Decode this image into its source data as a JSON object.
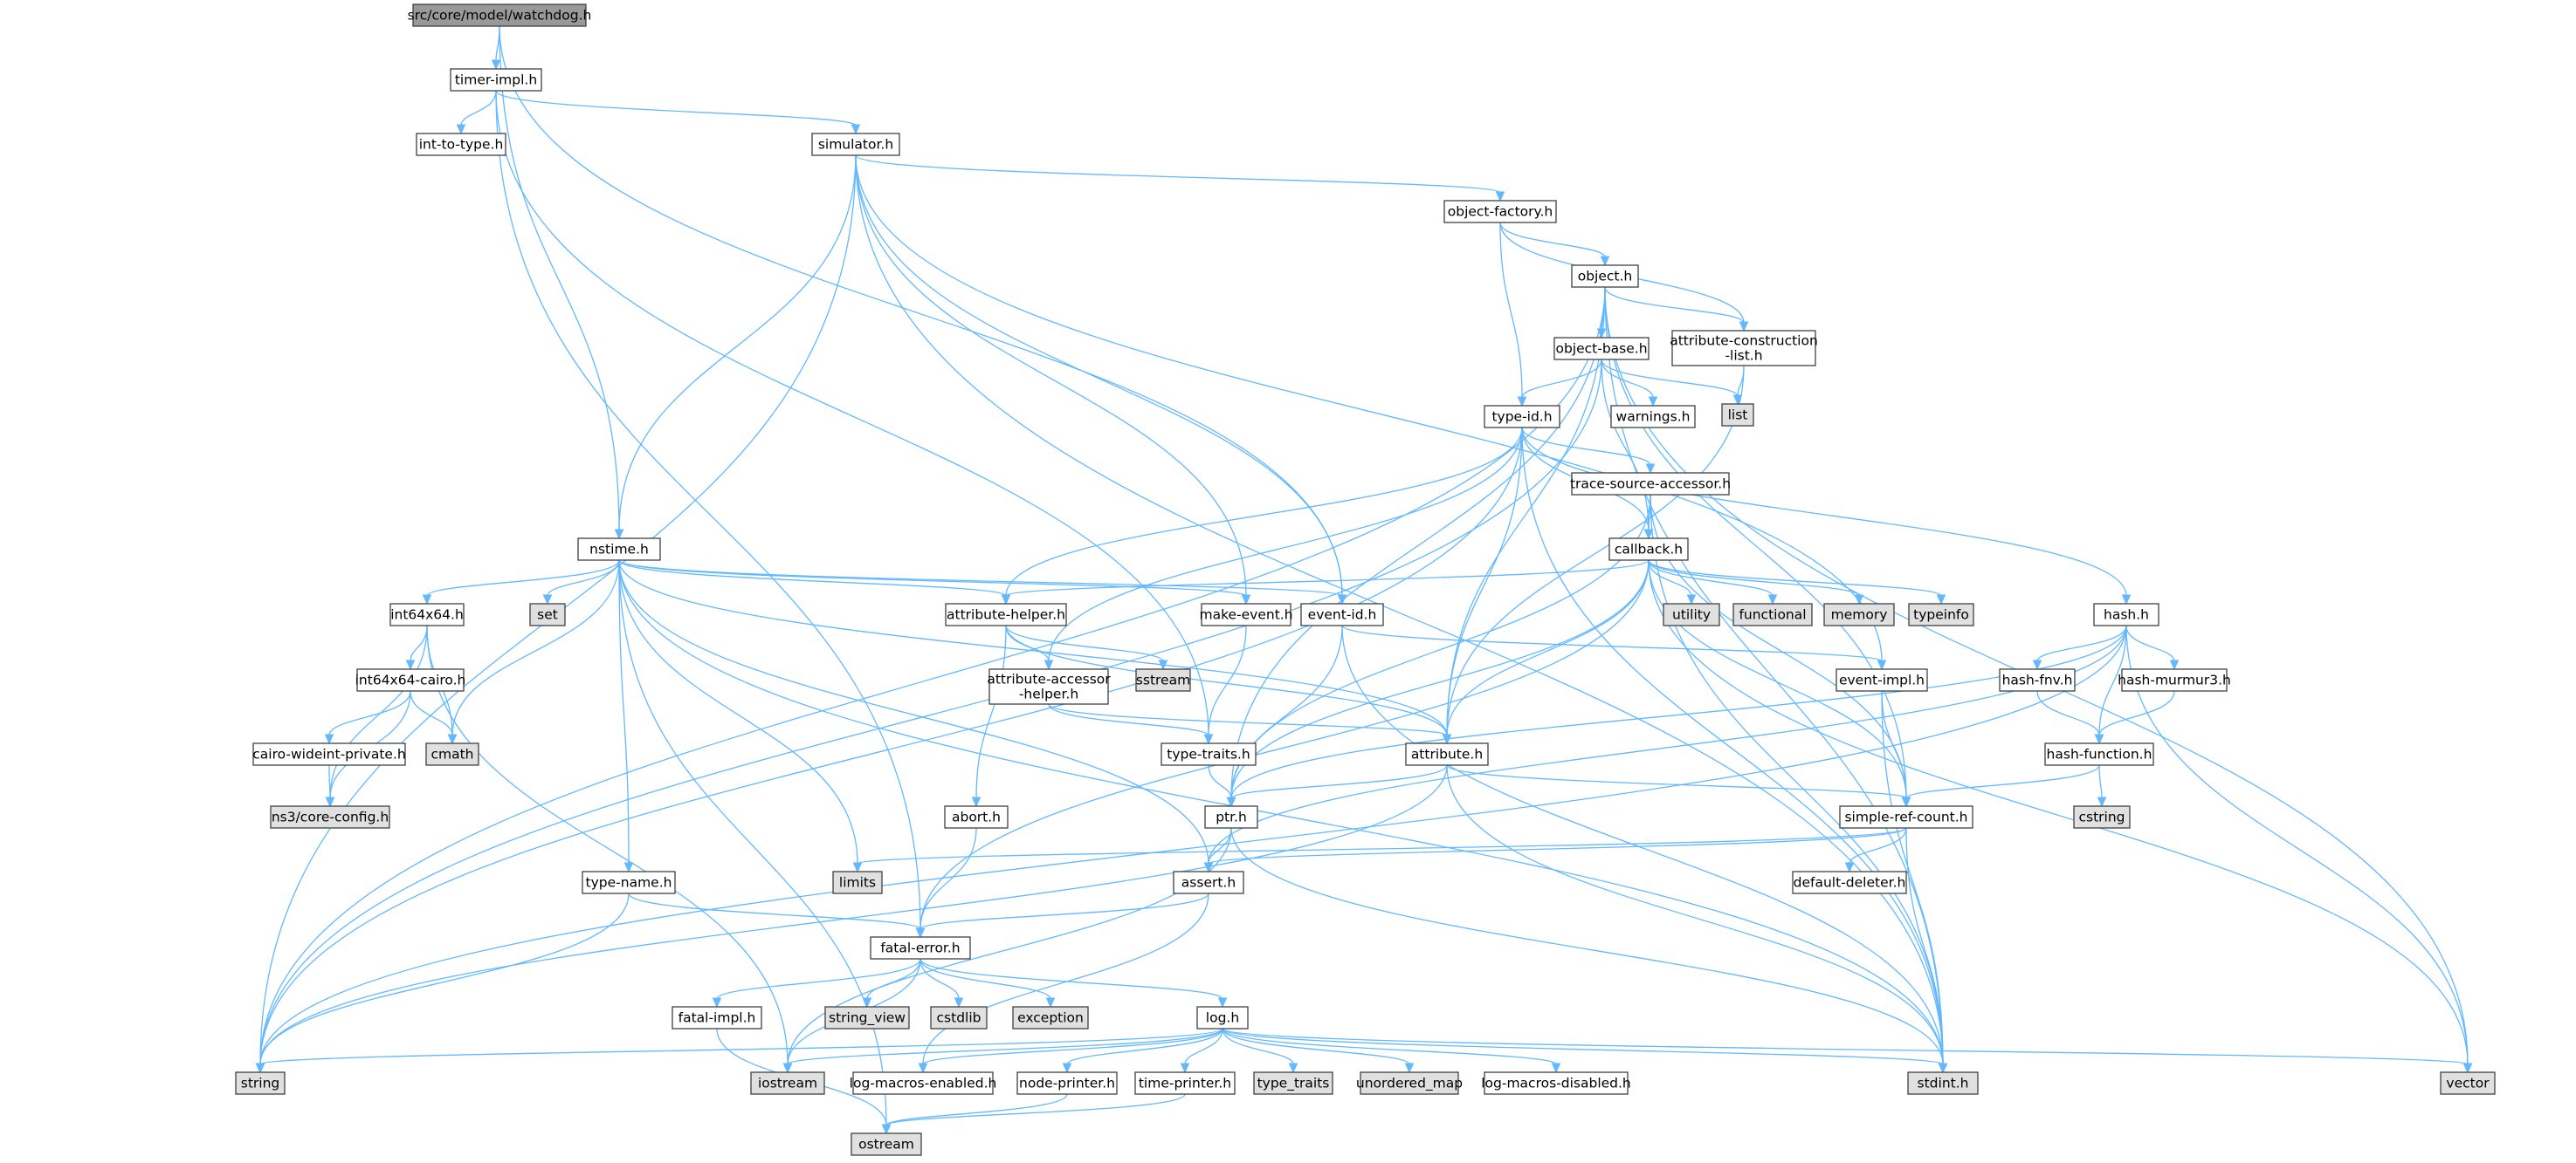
{
  "colors": {
    "edge": "#63b8ff",
    "node_fill_default": "#ffffff",
    "node_fill_system": "#e0e0e0",
    "node_fill_root": "#999999",
    "node_border": "#404040"
  },
  "nodes": [
    {
      "id": "watchdog",
      "lines": [
        "src/core/model/watchdog.h"
      ],
      "kind": "root"
    },
    {
      "id": "timer_impl",
      "lines": [
        "timer-impl.h"
      ],
      "kind": "file"
    },
    {
      "id": "int_to_type",
      "lines": [
        "int-to-type.h"
      ],
      "kind": "file"
    },
    {
      "id": "simulator",
      "lines": [
        "simulator.h"
      ],
      "kind": "file"
    },
    {
      "id": "object_factory",
      "lines": [
        "object-factory.h"
      ],
      "kind": "file"
    },
    {
      "id": "object",
      "lines": [
        "object.h"
      ],
      "kind": "file"
    },
    {
      "id": "object_base",
      "lines": [
        "object-base.h"
      ],
      "kind": "file"
    },
    {
      "id": "attr_constr",
      "lines": [
        "attribute-construction",
        "-list.h"
      ],
      "kind": "file"
    },
    {
      "id": "list",
      "lines": [
        "list"
      ],
      "kind": "system"
    },
    {
      "id": "warnings",
      "lines": [
        "warnings.h"
      ],
      "kind": "file"
    },
    {
      "id": "type_id",
      "lines": [
        "type-id.h"
      ],
      "kind": "file"
    },
    {
      "id": "trace_src",
      "lines": [
        "trace-source-accessor.h"
      ],
      "kind": "file"
    },
    {
      "id": "callback",
      "lines": [
        "callback.h"
      ],
      "kind": "file"
    },
    {
      "id": "nstime",
      "lines": [
        "nstime.h"
      ],
      "kind": "file"
    },
    {
      "id": "set",
      "lines": [
        "set"
      ],
      "kind": "system"
    },
    {
      "id": "int64x64",
      "lines": [
        "int64x64.h"
      ],
      "kind": "file"
    },
    {
      "id": "int64x64_cairo",
      "lines": [
        "int64x64-cairo.h"
      ],
      "kind": "file"
    },
    {
      "id": "cmath",
      "lines": [
        "cmath"
      ],
      "kind": "system"
    },
    {
      "id": "cairo_wideint",
      "lines": [
        "cairo-wideint-private.h"
      ],
      "kind": "file"
    },
    {
      "id": "core_config",
      "lines": [
        "ns3/core-config.h"
      ],
      "kind": "system"
    },
    {
      "id": "attr_helper",
      "lines": [
        "attribute-helper.h"
      ],
      "kind": "file"
    },
    {
      "id": "sstream",
      "lines": [
        "sstream"
      ],
      "kind": "system"
    },
    {
      "id": "attr_accessor",
      "lines": [
        "attribute-accessor",
        "-helper.h"
      ],
      "kind": "file"
    },
    {
      "id": "make_event",
      "lines": [
        "make-event.h"
      ],
      "kind": "file"
    },
    {
      "id": "event_id",
      "lines": [
        "event-id.h"
      ],
      "kind": "file"
    },
    {
      "id": "utility",
      "lines": [
        "utility"
      ],
      "kind": "system"
    },
    {
      "id": "functional",
      "lines": [
        "functional"
      ],
      "kind": "system"
    },
    {
      "id": "memory",
      "lines": [
        "memory"
      ],
      "kind": "system"
    },
    {
      "id": "typeinfo",
      "lines": [
        "typeinfo"
      ],
      "kind": "system"
    },
    {
      "id": "hash",
      "lines": [
        "hash.h"
      ],
      "kind": "file"
    },
    {
      "id": "hash_fnv",
      "lines": [
        "hash-fnv.h"
      ],
      "kind": "file"
    },
    {
      "id": "hash_murmur3",
      "lines": [
        "hash-murmur3.h"
      ],
      "kind": "file"
    },
    {
      "id": "event_impl",
      "lines": [
        "event-impl.h"
      ],
      "kind": "file"
    },
    {
      "id": "hash_function",
      "lines": [
        "hash-function.h"
      ],
      "kind": "file"
    },
    {
      "id": "cstring",
      "lines": [
        "cstring"
      ],
      "kind": "system"
    },
    {
      "id": "type_traits_h",
      "lines": [
        "type-traits.h"
      ],
      "kind": "file"
    },
    {
      "id": "attribute",
      "lines": [
        "attribute.h"
      ],
      "kind": "file"
    },
    {
      "id": "simple_ref",
      "lines": [
        "simple-ref-count.h"
      ],
      "kind": "file"
    },
    {
      "id": "abort",
      "lines": [
        "abort.h"
      ],
      "kind": "file"
    },
    {
      "id": "ptr",
      "lines": [
        "ptr.h"
      ],
      "kind": "file"
    },
    {
      "id": "limits",
      "lines": [
        "limits"
      ],
      "kind": "system"
    },
    {
      "id": "default_deleter",
      "lines": [
        "default-deleter.h"
      ],
      "kind": "file"
    },
    {
      "id": "type_name",
      "lines": [
        "type-name.h"
      ],
      "kind": "file"
    },
    {
      "id": "assert",
      "lines": [
        "assert.h"
      ],
      "kind": "file"
    },
    {
      "id": "fatal_error",
      "lines": [
        "fatal-error.h"
      ],
      "kind": "file"
    },
    {
      "id": "fatal_impl",
      "lines": [
        "fatal-impl.h"
      ],
      "kind": "file"
    },
    {
      "id": "string_view",
      "lines": [
        "string_view"
      ],
      "kind": "system"
    },
    {
      "id": "cstdlib",
      "lines": [
        "cstdlib"
      ],
      "kind": "system"
    },
    {
      "id": "exception",
      "lines": [
        "exception"
      ],
      "kind": "system"
    },
    {
      "id": "log",
      "lines": [
        "log.h"
      ],
      "kind": "file"
    },
    {
      "id": "string",
      "lines": [
        "string"
      ],
      "kind": "system"
    },
    {
      "id": "iostream",
      "lines": [
        "iostream"
      ],
      "kind": "system"
    },
    {
      "id": "log_macros_en",
      "lines": [
        "log-macros-enabled.h"
      ],
      "kind": "file"
    },
    {
      "id": "node_printer",
      "lines": [
        "node-printer.h"
      ],
      "kind": "file"
    },
    {
      "id": "time_printer",
      "lines": [
        "time-printer.h"
      ],
      "kind": "file"
    },
    {
      "id": "type_traits",
      "lines": [
        "type_traits"
      ],
      "kind": "system"
    },
    {
      "id": "unordered_map",
      "lines": [
        "unordered_map"
      ],
      "kind": "system"
    },
    {
      "id": "log_macros_dis",
      "lines": [
        "log-macros-disabled.h"
      ],
      "kind": "file"
    },
    {
      "id": "stdint",
      "lines": [
        "stdint.h"
      ],
      "kind": "system"
    },
    {
      "id": "vector",
      "lines": [
        "vector"
      ],
      "kind": "system"
    },
    {
      "id": "ostream",
      "lines": [
        "ostream"
      ],
      "kind": "system"
    }
  ],
  "edges": [
    [
      "watchdog",
      "timer_impl"
    ],
    [
      "watchdog",
      "nstime"
    ],
    [
      "watchdog",
      "event_id"
    ],
    [
      "timer_impl",
      "int_to_type"
    ],
    [
      "timer_impl",
      "simulator"
    ],
    [
      "timer_impl",
      "fatal_error"
    ],
    [
      "timer_impl",
      "type_traits_h"
    ],
    [
      "simulator",
      "object_factory"
    ],
    [
      "simulator",
      "nstime"
    ],
    [
      "simulator",
      "event_id"
    ],
    [
      "simulator",
      "make_event"
    ],
    [
      "simulator",
      "event_impl"
    ],
    [
      "simulator",
      "string"
    ],
    [
      "simulator",
      "stdint"
    ],
    [
      "object_factory",
      "object"
    ],
    [
      "object_factory",
      "attr_constr"
    ],
    [
      "object_factory",
      "type_id"
    ],
    [
      "object",
      "object_base"
    ],
    [
      "object",
      "attr_constr"
    ],
    [
      "object",
      "attribute"
    ],
    [
      "object",
      "ptr"
    ],
    [
      "object",
      "simple_ref"
    ],
    [
      "object",
      "stdint"
    ],
    [
      "object",
      "string"
    ],
    [
      "object",
      "vector"
    ],
    [
      "object_base",
      "type_id"
    ],
    [
      "object_base",
      "warnings"
    ],
    [
      "object_base",
      "list"
    ],
    [
      "object_base",
      "callback"
    ],
    [
      "object_base",
      "string"
    ],
    [
      "attr_constr",
      "list"
    ],
    [
      "attr_constr",
      "attribute"
    ],
    [
      "type_id",
      "trace_src"
    ],
    [
      "type_id",
      "callback"
    ],
    [
      "type_id",
      "attribute"
    ],
    [
      "type_id",
      "attr_helper"
    ],
    [
      "type_id",
      "attr_accessor"
    ],
    [
      "type_id",
      "hash"
    ],
    [
      "type_id",
      "stdint"
    ],
    [
      "type_id",
      "string"
    ],
    [
      "trace_src",
      "callback"
    ],
    [
      "trace_src",
      "ptr"
    ],
    [
      "trace_src",
      "simple_ref"
    ],
    [
      "trace_src",
      "stdint"
    ],
    [
      "callback",
      "attribute"
    ],
    [
      "callback",
      "fatal_error"
    ],
    [
      "callback",
      "ptr"
    ],
    [
      "callback",
      "simple_ref"
    ],
    [
      "callback",
      "utility"
    ],
    [
      "callback",
      "functional"
    ],
    [
      "callback",
      "memory"
    ],
    [
      "callback",
      "typeinfo"
    ],
    [
      "callback",
      "vector"
    ],
    [
      "callback",
      "attr_helper"
    ],
    [
      "nstime",
      "assert"
    ],
    [
      "nstime",
      "attribute"
    ],
    [
      "nstime",
      "attr_helper"
    ],
    [
      "nstime",
      "event_id"
    ],
    [
      "nstime",
      "int64x64"
    ],
    [
      "nstime",
      "type_name"
    ],
    [
      "nstime",
      "cmath"
    ],
    [
      "nstime",
      "limits"
    ],
    [
      "nstime",
      "ostream"
    ],
    [
      "nstime",
      "set"
    ],
    [
      "nstime",
      "stdint"
    ],
    [
      "nstime",
      "make_event"
    ],
    [
      "int64x64",
      "int64x64_cairo"
    ],
    [
      "int64x64",
      "core_config"
    ],
    [
      "int64x64",
      "cmath"
    ],
    [
      "int64x64",
      "iostream"
    ],
    [
      "int64x64_cairo",
      "cairo_wideint"
    ],
    [
      "int64x64_cairo",
      "core_config"
    ],
    [
      "int64x64_cairo",
      "cmath"
    ],
    [
      "cairo_wideint",
      "core_config"
    ],
    [
      "attr_helper",
      "abort"
    ],
    [
      "attr_helper",
      "attr_accessor"
    ],
    [
      "attr_helper",
      "attribute"
    ],
    [
      "attr_helper",
      "sstream"
    ],
    [
      "attr_accessor",
      "attribute"
    ],
    [
      "attr_accessor",
      "type_traits_h"
    ],
    [
      "make_event",
      "type_traits_h"
    ],
    [
      "event_id",
      "event_impl"
    ],
    [
      "event_id",
      "ptr"
    ],
    [
      "event_id",
      "stdint"
    ],
    [
      "hash",
      "assert"
    ],
    [
      "hash",
      "hash_fnv"
    ],
    [
      "hash",
      "hash_function"
    ],
    [
      "hash",
      "hash_murmur3"
    ],
    [
      "hash",
      "ptr"
    ],
    [
      "hash",
      "string"
    ],
    [
      "hash",
      "vector"
    ],
    [
      "hash_fnv",
      "hash_function"
    ],
    [
      "hash_murmur3",
      "hash_function"
    ],
    [
      "hash_function",
      "simple_ref"
    ],
    [
      "hash_function",
      "cstring"
    ],
    [
      "event_impl",
      "simple_ref"
    ],
    [
      "event_impl",
      "stdint"
    ],
    [
      "type_traits_h",
      "ptr"
    ],
    [
      "attribute",
      "ptr"
    ],
    [
      "attribute",
      "simple_ref"
    ],
    [
      "attribute",
      "string"
    ],
    [
      "attribute",
      "stdint"
    ],
    [
      "simple_ref",
      "assert"
    ],
    [
      "simple_ref",
      "default_deleter"
    ],
    [
      "simple_ref",
      "limits"
    ],
    [
      "simple_ref",
      "stdint"
    ],
    [
      "abort",
      "fatal_error"
    ],
    [
      "ptr",
      "assert"
    ],
    [
      "ptr",
      "iostream"
    ],
    [
      "ptr",
      "stdint"
    ],
    [
      "type_name",
      "fatal_error"
    ],
    [
      "type_name",
      "string"
    ],
    [
      "assert",
      "fatal_error"
    ],
    [
      "assert",
      "log_macros_en"
    ],
    [
      "fatal_error",
      "fatal_impl"
    ],
    [
      "fatal_error",
      "log"
    ],
    [
      "fatal_error",
      "string_view"
    ],
    [
      "fatal_error",
      "cstdlib"
    ],
    [
      "fatal_error",
      "exception"
    ],
    [
      "fatal_error",
      "iostream"
    ],
    [
      "fatal_impl",
      "ostream"
    ],
    [
      "log",
      "log_macros_en"
    ],
    [
      "log",
      "log_macros_dis"
    ],
    [
      "log",
      "node_printer"
    ],
    [
      "log",
      "time_printer"
    ],
    [
      "log",
      "type_traits"
    ],
    [
      "log",
      "unordered_map"
    ],
    [
      "log",
      "iostream"
    ],
    [
      "log",
      "string"
    ],
    [
      "log",
      "stdint"
    ],
    [
      "log",
      "vector"
    ],
    [
      "node_printer",
      "ostream"
    ],
    [
      "time_printer",
      "ostream"
    ]
  ]
}
